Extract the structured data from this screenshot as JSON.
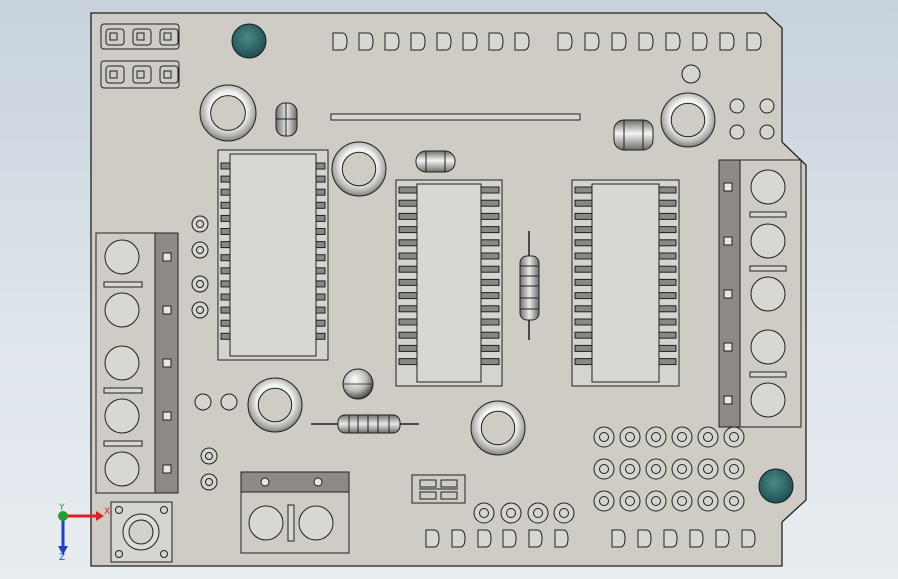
{
  "viewport": {
    "title": ""
  },
  "colors": {
    "background_top": "#c8d2dc",
    "background_bottom": "#e8edf1",
    "board": "#cfccc6",
    "outline": "#202020",
    "terminal_block": "#8e8b86",
    "mount_hole": "#2f6f6f",
    "axis_x": "#e0201f",
    "axis_y": "#1fa030",
    "axis_z": "#2040c0"
  },
  "triad": {
    "x_label": "X",
    "y_label": "Y",
    "z_label": "Z"
  },
  "components": {
    "motor_driver_ics": 3,
    "terminal_blocks": 3,
    "resistors": 2,
    "capacitors_round": 5,
    "capacitors_small": 3,
    "reset_button": 1
  }
}
